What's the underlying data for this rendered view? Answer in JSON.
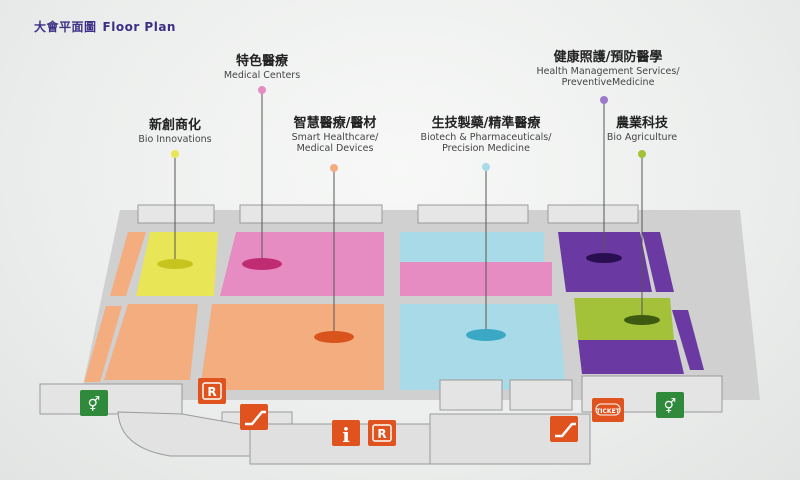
{
  "title": {
    "zh": "大會平面圖",
    "en": "Floor Plan"
  },
  "zones": [
    {
      "id": "medical-centers",
      "zh": "特色醫療",
      "en": [
        "Medical Centers"
      ],
      "color": "#e78cc3"
    },
    {
      "id": "bio-innovations",
      "zh": "新創商化",
      "en": [
        "Bio Innovations"
      ],
      "color": "#e8e556"
    },
    {
      "id": "smart-healthcare",
      "zh": "智慧醫療/醫材",
      "en": [
        "Smart Healthcare/",
        "Medical Devices"
      ],
      "color": "#f3ad7e"
    },
    {
      "id": "biotech-pharma",
      "zh": "生技製藥/精準醫療",
      "en": [
        "Biotech & Pharmaceuticals/",
        "Precision Medicine"
      ],
      "color": "#a8dbe7"
    },
    {
      "id": "health-management",
      "zh": "健康照護/預防醫學",
      "en": [
        "Health Management Services/",
        "PreventiveMedicine"
      ],
      "color": "#6a3aa2"
    },
    {
      "id": "bio-agriculture",
      "zh": "農業科技",
      "en": [
        "Bio Agriculture"
      ],
      "color": "#a3c23a"
    }
  ],
  "icons": {
    "restroom": "restroom-icon",
    "restaurant": "R",
    "info": "i",
    "ticket": "TICKET",
    "escalator": "escalator-icon"
  },
  "colors": {
    "title": "#3d2f86",
    "sign_red": "#e0531f",
    "sign_green": "#2f8a3b"
  }
}
